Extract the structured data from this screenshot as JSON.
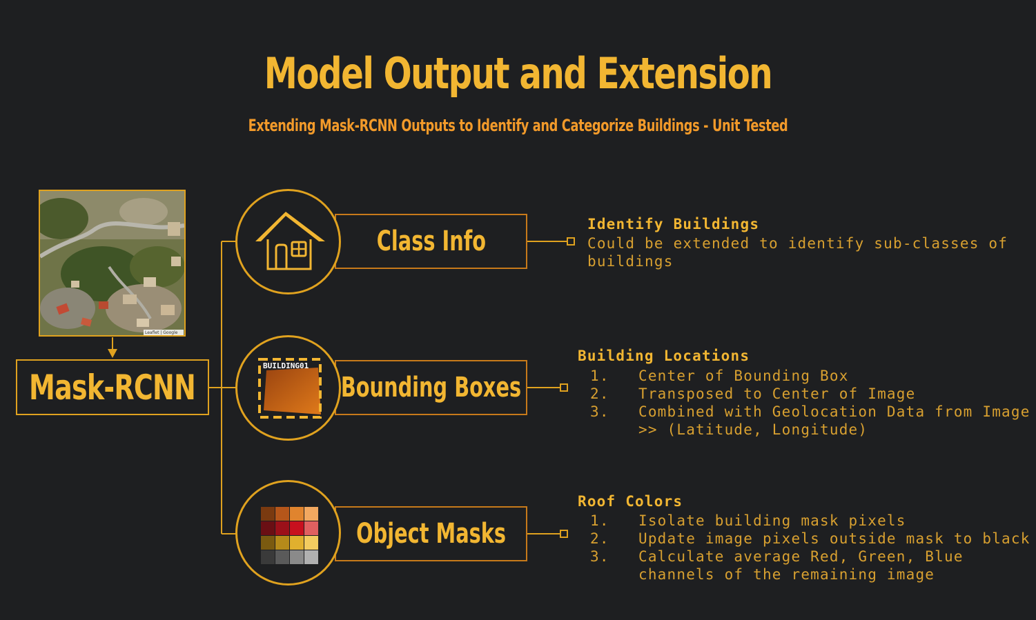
{
  "header": {
    "title": "Model Output and Extension",
    "subtitle": "Extending Mask-RCNN Outputs to Identify and Categorize Buildings - Unit Tested"
  },
  "source": {
    "model_label": "Mask-RCNN",
    "map_attribution": "Leaflet | Google",
    "image_icon": "aerial-satellite-image"
  },
  "outputs": [
    {
      "label": "Class Info",
      "icon": "house-icon",
      "detail_title": "Identify Buildings",
      "detail_lines": [
        "Could be extended to identify sub-classes of",
        "buildings"
      ]
    },
    {
      "label": "Bounding Boxes",
      "icon": "bounding-box-icon",
      "icon_tag": "BUILDING01",
      "detail_title": "Building Locations",
      "steps": [
        {
          "num": "1.",
          "text": "Center of Bounding Box"
        },
        {
          "num": "2.",
          "text": "Transposed to Center of Image"
        },
        {
          "num": "3.",
          "text": "Combined with Geolocation Data from Image",
          "cont": ">> (Latitude, Longitude)"
        }
      ]
    },
    {
      "label": "Object Masks",
      "icon": "color-palette-icon",
      "detail_title": "Roof Colors",
      "steps": [
        {
          "num": "1.",
          "text": "Isolate building mask pixels"
        },
        {
          "num": "2.",
          "text": "Update image pixels outside mask to black"
        },
        {
          "num": "3.",
          "text": "Calculate average Red, Green, Blue",
          "cont": "channels of the remaining image"
        }
      ]
    }
  ],
  "colors": {
    "background": "#1e1f21",
    "accent": "#f2b632",
    "line": "#e0a21f",
    "text": "#d8a030"
  },
  "palette_swatches": [
    [
      "#7a3a10",
      "#b5561a",
      "#e0842e",
      "#f2a860"
    ],
    [
      "#6a0f14",
      "#9c1019",
      "#c8101e",
      "#e06060"
    ],
    [
      "#7a5a10",
      "#b58a1a",
      "#e0b02e",
      "#f2cc60"
    ],
    [
      "#3a3a3a",
      "#5a5a5a",
      "#8a8a8a",
      "#b0b0b0"
    ]
  ]
}
